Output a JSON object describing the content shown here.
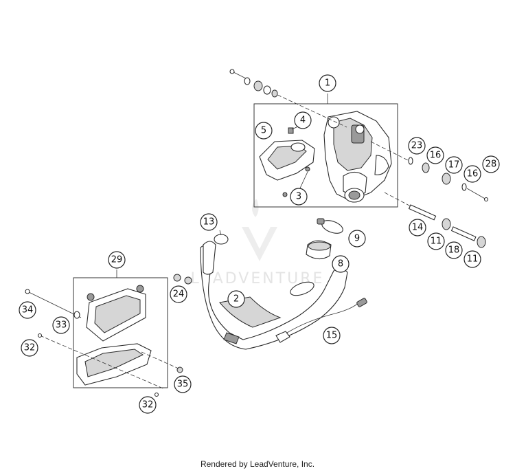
{
  "watermark": {
    "brand": "LEADVENTURE"
  },
  "credit": "Rendered by LeadVenture, Inc.",
  "callouts": [
    {
      "id": "c1",
      "label": "1"
    },
    {
      "id": "c2",
      "label": "2"
    },
    {
      "id": "c3",
      "label": "3"
    },
    {
      "id": "c4",
      "label": "4"
    },
    {
      "id": "c5",
      "label": "5"
    },
    {
      "id": "c8",
      "label": "8"
    },
    {
      "id": "c9",
      "label": "9"
    },
    {
      "id": "c11a",
      "label": "11"
    },
    {
      "id": "c11b",
      "label": "11"
    },
    {
      "id": "c13",
      "label": "13"
    },
    {
      "id": "c14",
      "label": "14"
    },
    {
      "id": "c15",
      "label": "15"
    },
    {
      "id": "c16a",
      "label": "16"
    },
    {
      "id": "c16b",
      "label": "16"
    },
    {
      "id": "c17",
      "label": "17"
    },
    {
      "id": "c18",
      "label": "18"
    },
    {
      "id": "c23",
      "label": "23"
    },
    {
      "id": "c24",
      "label": "24"
    },
    {
      "id": "c28",
      "label": "28"
    },
    {
      "id": "c29",
      "label": "29"
    },
    {
      "id": "c32a",
      "label": "32"
    },
    {
      "id": "c32b",
      "label": "32"
    },
    {
      "id": "c33",
      "label": "33"
    },
    {
      "id": "c34",
      "label": "34"
    },
    {
      "id": "c35",
      "label": "35"
    }
  ]
}
